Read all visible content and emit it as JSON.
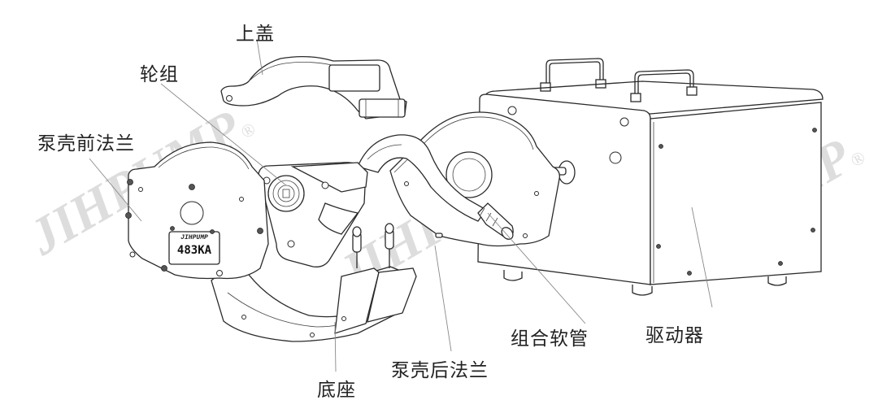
{
  "diagram": {
    "type": "exploded-view",
    "subject": "peristaltic pump head assembly",
    "labels": {
      "top_cover": "上盖",
      "rotor_group": "轮组",
      "front_flange": "泵壳前法兰",
      "base": "底座",
      "rear_flange": "泵壳后法兰",
      "tubing_assembly": "组合软管",
      "drive": "驱动器"
    },
    "nameplate": {
      "brand": "JIHPUMP",
      "model": "483KA"
    },
    "watermark": {
      "text": "JIHPUMP",
      "mark": "®"
    },
    "colors": {
      "line": "#2a2a2a",
      "leader": "#8a8a8a",
      "watermark": "#b4b4b4",
      "background": "#ffffff"
    }
  }
}
